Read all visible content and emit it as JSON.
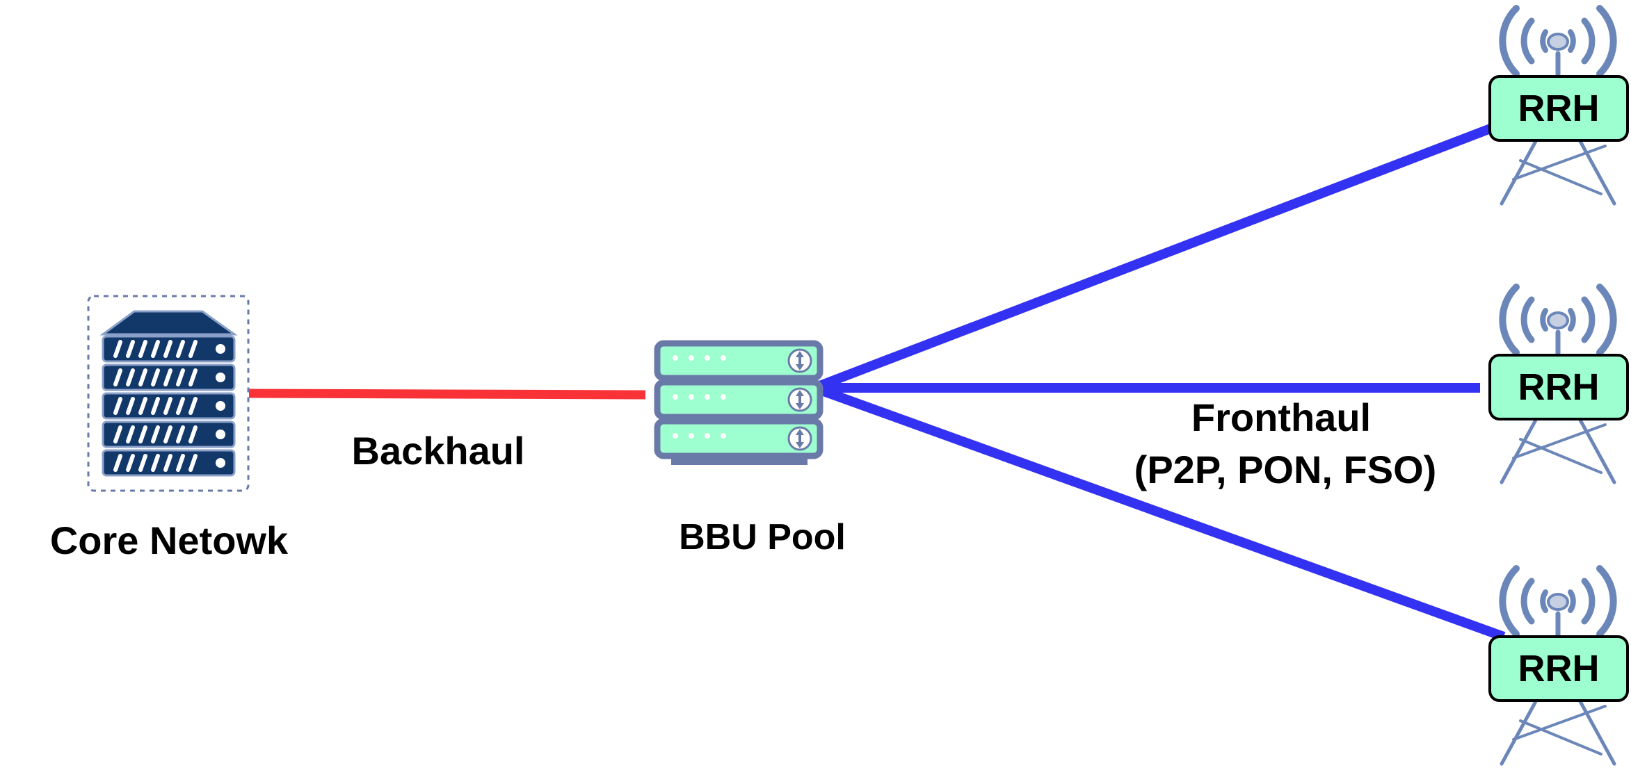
{
  "labels": {
    "core_network": "Core Netowk",
    "backhaul": "Backhaul",
    "bbu_pool": "BBU Pool",
    "fronthaul_line1": "Fronthaul",
    "fronthaul_line2": "(P2P, PON, FSO)",
    "rrh": [
      "RRH",
      "RRH",
      "RRH"
    ]
  },
  "colors": {
    "backhaul_link": "#f93237",
    "fronthaul_link": "#3331f2",
    "device_fill": "#9dffcf",
    "device_outline": "#6a7aa8",
    "server_dark": "#12386a",
    "tower": "#6b86b8"
  },
  "icons": {
    "core_network": "server-rack-icon",
    "bbu_pool": "server-stack-icon",
    "rrh": "radio-tower-icon"
  }
}
